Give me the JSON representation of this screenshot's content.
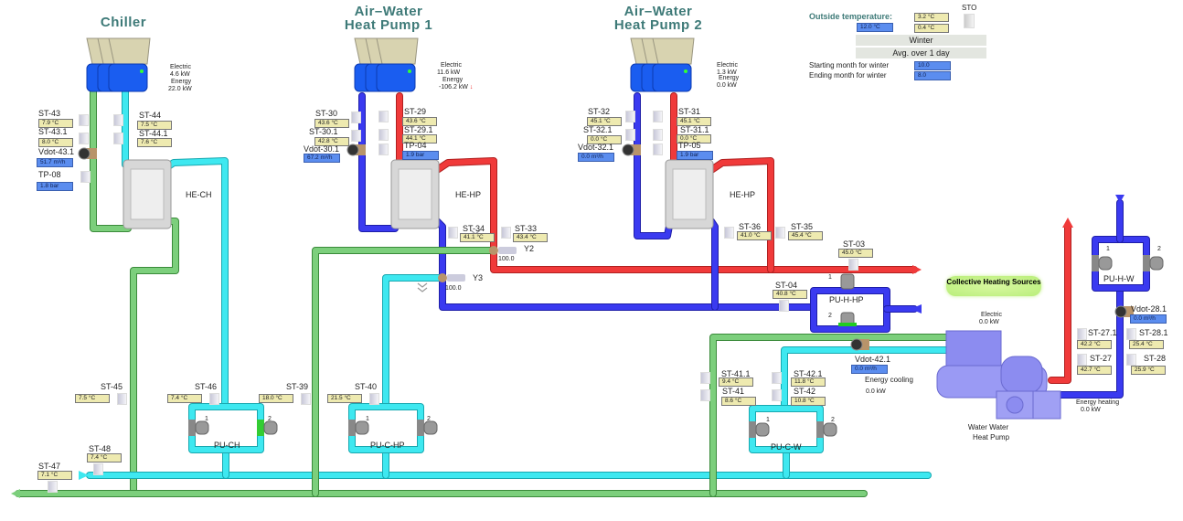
{
  "titles": {
    "chiller": "Chiller",
    "hp1_line1": "Air–Water",
    "hp1_line2": "Heat Pump 1",
    "hp2_line1": "Air–Water",
    "hp2_line2": "Heat Pump 2"
  },
  "outside": {
    "label": "Outside temperature:",
    "current": "12.0 °C",
    "value_a": "3.2 °C",
    "value_b": "0.4 °C",
    "sto_label": "STO",
    "season": "Winter",
    "average": "Avg. over 1 day",
    "start_month_label": "Starting month for winter",
    "start_month": "10.0",
    "end_month_label": "Ending month for winter",
    "end_month": "8.0"
  },
  "energy": {
    "chiller": {
      "electric_label": "Electric",
      "electric": "4.6 kW",
      "energy_label": "Energy",
      "energy": "22.0 kW"
    },
    "hp1": {
      "electric_label": "Electric",
      "electric": "11.6 kW",
      "energy_label": "Energy",
      "energy": "-106.2 kW"
    },
    "hp2": {
      "electric_label": "Electric",
      "electric": "1.3 kW",
      "energy_label": "Energy",
      "energy": "0.0 kW"
    },
    "wwhp": {
      "electric_label": "Electric",
      "electric": "0.0 kW",
      "heating_label": "Energy heating",
      "heating": "0.0 kW",
      "cooling_label": "Energy cooling",
      "cooling": "0.0 kW"
    }
  },
  "components": {
    "he_ch": "HE-CH",
    "he_hp1": "HE-HP",
    "he_hp2": "HE-HP",
    "pu_ch": "PU-CH",
    "pu_c_hp": "PU-C-HP",
    "pu_c_w": "PU-C-W",
    "pu_h_hp": "PU-H-HP",
    "pu_h_w": "PU-H-W",
    "pump_1": "1",
    "pump_2": "2",
    "y2": "Y2",
    "y2_value": "100.0",
    "y3": "Y3",
    "y3_value": "100.0",
    "collective": "Collective Heating Sources",
    "wwhp_line1": "Water Water",
    "wwhp_line2": "Heat Pump"
  },
  "sensors": [
    {
      "id": "ST-43",
      "value": "7.9 °C",
      "kind": "temp"
    },
    {
      "id": "ST-43.1",
      "value": "8.0 °C",
      "kind": "temp"
    },
    {
      "id": "Vdot-43.1",
      "value": "51.7 m³/h",
      "kind": "flow"
    },
    {
      "id": "TP-08",
      "value": "1.8 bar",
      "kind": "pressure"
    },
    {
      "id": "ST-44",
      "value": "7.5 °C",
      "kind": "temp"
    },
    {
      "id": "ST-44.1",
      "value": "7.6 °C",
      "kind": "temp"
    },
    {
      "id": "ST-30",
      "value": "43.6 °C",
      "kind": "temp"
    },
    {
      "id": "ST-30.1",
      "value": "42.8 °C",
      "kind": "temp"
    },
    {
      "id": "Vdot-30.1",
      "value": "67.2 m³/h",
      "kind": "flow"
    },
    {
      "id": "ST-29",
      "value": "43.6 °C",
      "kind": "temp"
    },
    {
      "id": "ST-29.1",
      "value": "44.1 °C",
      "kind": "temp"
    },
    {
      "id": "TP-04",
      "value": "1.9 bar",
      "kind": "pressure"
    },
    {
      "id": "ST-32",
      "value": "45.1 °C",
      "kind": "temp"
    },
    {
      "id": "ST-32.1",
      "value": "0.0 °C",
      "kind": "temp"
    },
    {
      "id": "Vdot-32.1",
      "value": "0.0 m³/h",
      "kind": "flow"
    },
    {
      "id": "ST-31",
      "value": "45.1 °C",
      "kind": "temp"
    },
    {
      "id": "ST-31.1",
      "value": "0.0 °C",
      "kind": "temp"
    },
    {
      "id": "TP-05",
      "value": "1.9 bar",
      "kind": "pressure"
    },
    {
      "id": "ST-34",
      "value": "41.1 °C",
      "kind": "temp"
    },
    {
      "id": "ST-33",
      "value": "43.4 °C",
      "kind": "temp"
    },
    {
      "id": "ST-36",
      "value": "41.0 °C",
      "kind": "temp"
    },
    {
      "id": "ST-35",
      "value": "45.4 °C",
      "kind": "temp"
    },
    {
      "id": "ST-03",
      "value": "45.0 °C",
      "kind": "temp"
    },
    {
      "id": "ST-04",
      "value": "40.8 °C",
      "kind": "temp"
    },
    {
      "id": "Vdot-28.1",
      "value": "0.0 m³/h",
      "kind": "flow"
    },
    {
      "id": "ST-27.1",
      "value": "42.2 °C",
      "kind": "temp"
    },
    {
      "id": "ST-28.1",
      "value": "25.4 °C",
      "kind": "temp"
    },
    {
      "id": "ST-27",
      "value": "42.7 °C",
      "kind": "temp"
    },
    {
      "id": "ST-28",
      "value": "25.9 °C",
      "kind": "temp"
    },
    {
      "id": "ST-41.1",
      "value": "9.4 °C",
      "kind": "temp"
    },
    {
      "id": "ST-41",
      "value": "8.6 °C",
      "kind": "temp"
    },
    {
      "id": "ST-42.1",
      "value": "11.8 °C",
      "kind": "temp"
    },
    {
      "id": "ST-42",
      "value": "10.8 °C",
      "kind": "temp"
    },
    {
      "id": "Vdot-42.1",
      "value": "0.0 m³/h",
      "kind": "flow"
    },
    {
      "id": "ST-45",
      "value": "7.5 °C",
      "kind": "temp"
    },
    {
      "id": "ST-46",
      "value": "7.4 °C",
      "kind": "temp"
    },
    {
      "id": "ST-39",
      "value": "18.0 °C",
      "kind": "temp"
    },
    {
      "id": "ST-40",
      "value": "21.5 °C",
      "kind": "temp"
    },
    {
      "id": "ST-48",
      "value": "7.4 °C",
      "kind": "temp"
    },
    {
      "id": "ST-47",
      "value": "7.1 °C",
      "kind": "temp"
    }
  ],
  "colors": {
    "hot": "#f03a3a",
    "return": "#3a3af0",
    "chilled": "#3ee8f0",
    "cooling": "#7ccf7c",
    "value_box": "#eeeab0",
    "flow_box": "#5b8def",
    "title": "#3e7a78"
  }
}
